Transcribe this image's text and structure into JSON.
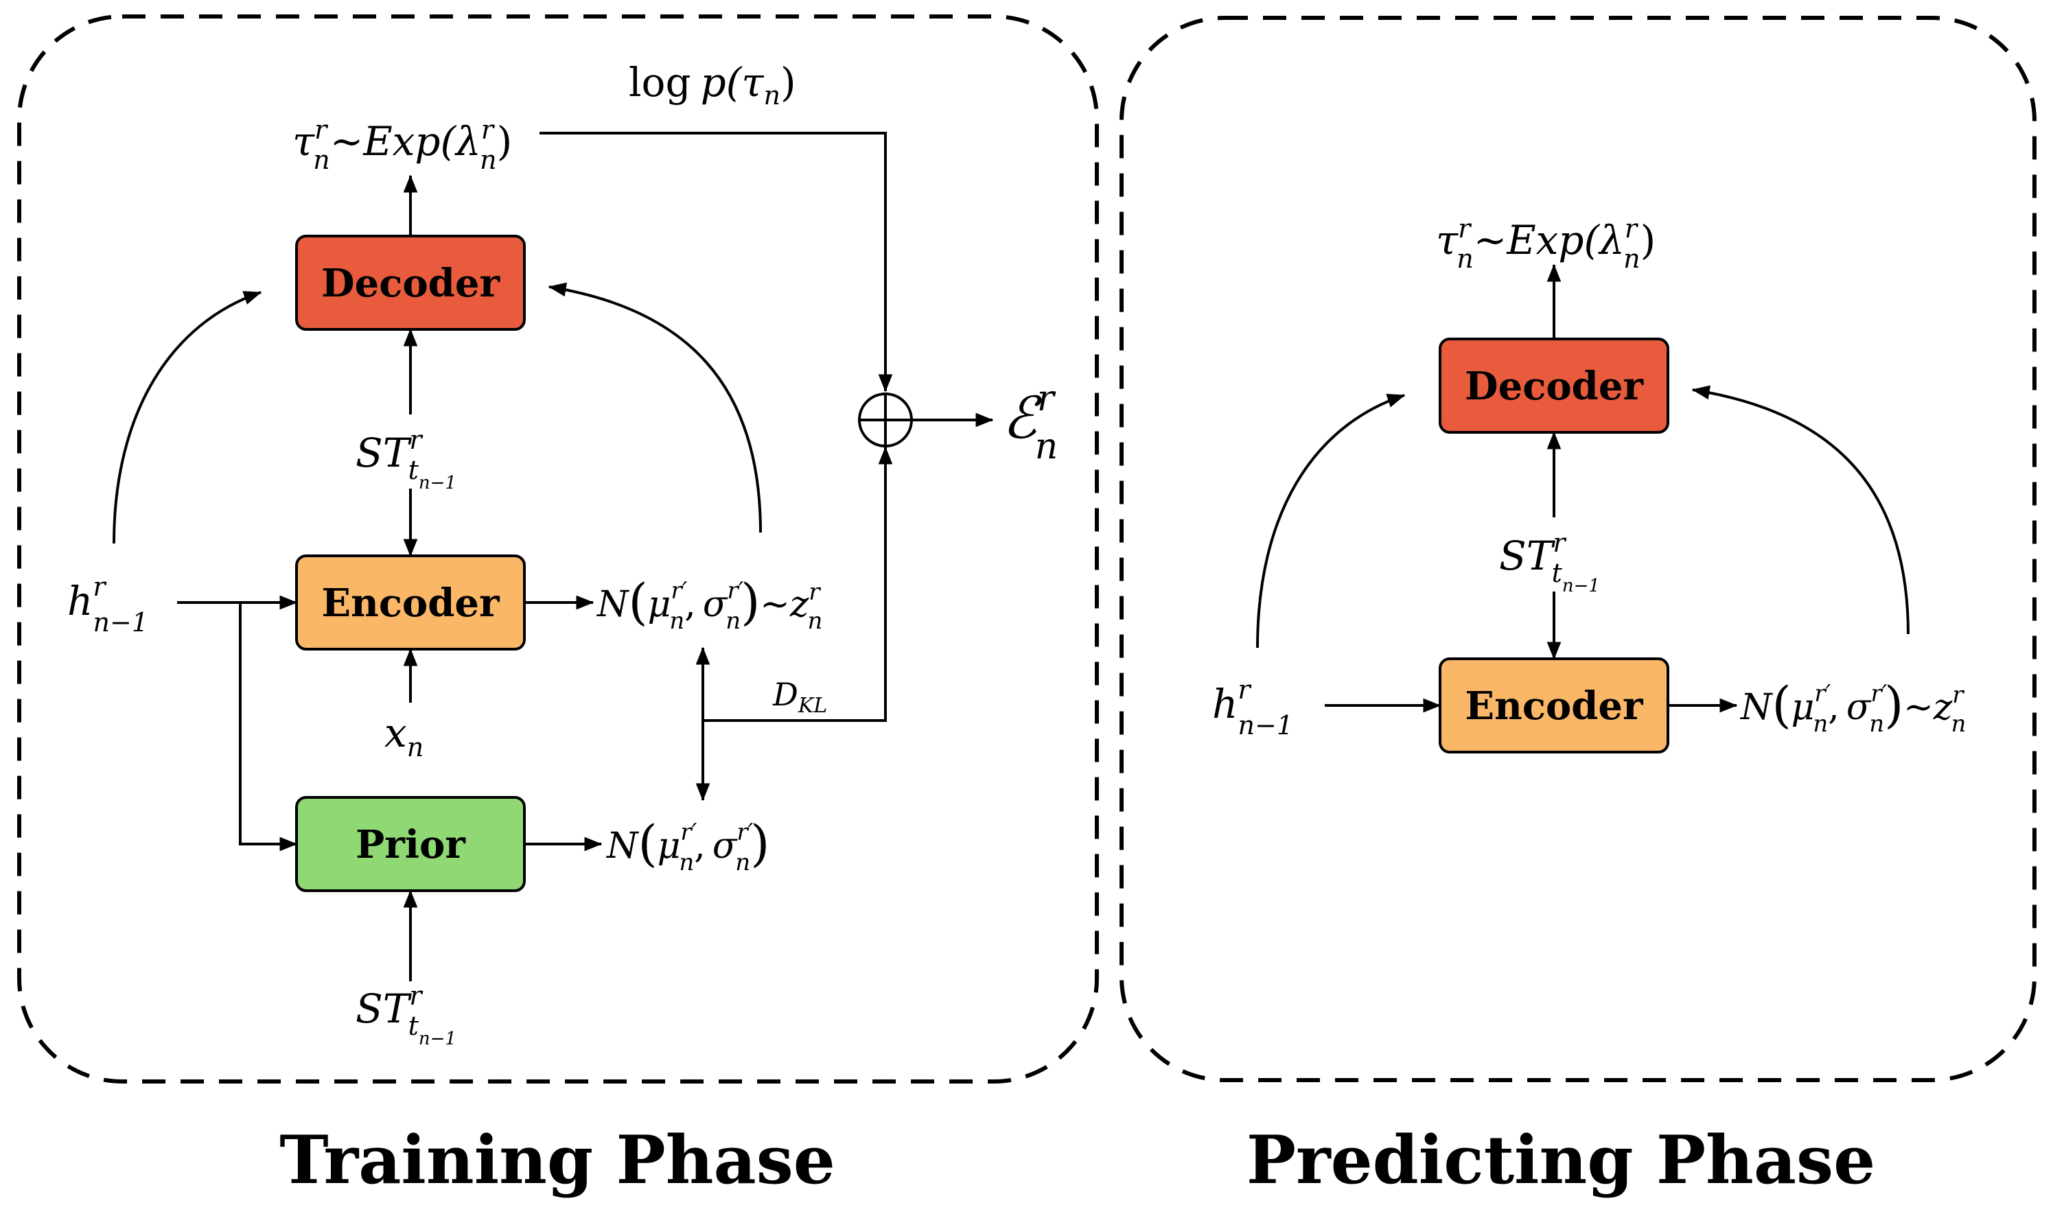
{
  "training": {
    "title": "Training Phase",
    "decoder": {
      "label": "Decoder",
      "color": "#E85B3C"
    },
    "encoder": {
      "label": "Encoder",
      "color": "#FBB768"
    },
    "prior": {
      "label": "Prior",
      "color": "#8FD873"
    },
    "labels": {
      "log_p_fn": "log",
      "log_p_arg": "p(τ",
      "log_p_sub": "n",
      "log_p_close": ")",
      "tau": "τ",
      "tau_sup": "r",
      "tau_sub": "n",
      "exp_text": "~Exp(λ",
      "exp_sup": "r",
      "exp_sub": "n",
      "exp_close": ")",
      "st": "ST",
      "st_sup": "r",
      "st_sub": "t",
      "st_subsub": "n−1",
      "h": "h",
      "h_sup": "r",
      "h_sub": "n−1",
      "x": "x",
      "x_sub": "n",
      "N": "N",
      "mu": "μ",
      "mu_sup": "r′",
      "mu_sub": "n",
      "comma": ",",
      "sigma": "σ",
      "sigma_sup": "r′",
      "sigma_sub": "n",
      "z_tilde": "~z",
      "z_sup": "r",
      "z_sub": "n",
      "dkl": "D",
      "dkl_sub": "KL",
      "loss": "ℰ",
      "loss_sup": "r",
      "loss_sub": "n"
    }
  },
  "predicting": {
    "title": "Predicting Phase",
    "decoder": {
      "label": "Decoder",
      "color": "#E85B3C"
    },
    "encoder": {
      "label": "Encoder",
      "color": "#FBB768"
    }
  }
}
